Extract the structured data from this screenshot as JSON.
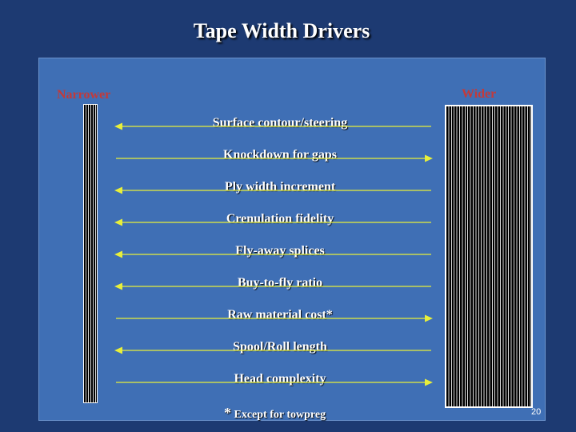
{
  "title": "Tape Width Drivers",
  "narrower_label": "Narrower",
  "wider_label": "Wider",
  "drivers": [
    {
      "label": "Surface contour/steering",
      "direction": "narrower"
    },
    {
      "label": "Knockdown for gaps",
      "direction": "wider"
    },
    {
      "label": "Ply width increment",
      "direction": "narrower"
    },
    {
      "label": "Crenulation fidelity",
      "direction": "narrower"
    },
    {
      "label": "Fly-away splices",
      "direction": "narrower"
    },
    {
      "label": "Buy-to-fly ratio",
      "direction": "narrower"
    },
    {
      "label": "Raw material cost*",
      "direction": "wider"
    },
    {
      "label": "Spool/Roll length",
      "direction": "narrower"
    },
    {
      "label": "Head complexity",
      "direction": "wider"
    }
  ],
  "footnote_star": "*",
  "footnote_text": "Except for towpreg",
  "page_number": "20",
  "colors": {
    "background": "#1d3a72",
    "panel": "#3f6fb5",
    "arrow": "#e8ef3a",
    "side_label": "#c23a3a",
    "text": "#ffffff"
  }
}
